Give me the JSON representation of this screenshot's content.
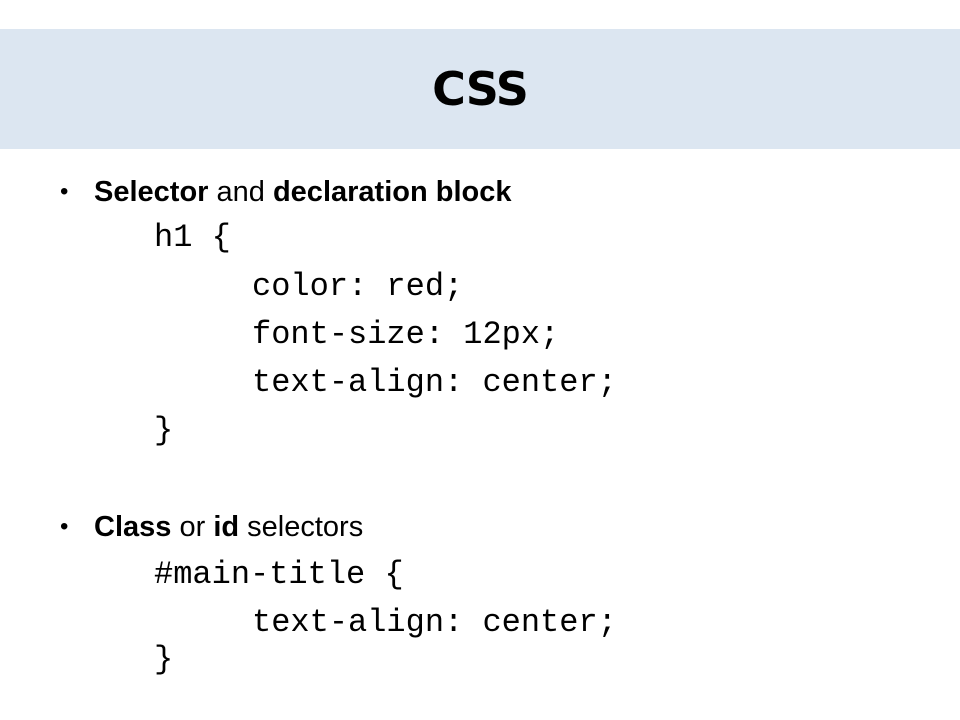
{
  "slide": {
    "title": "CSS",
    "bullets": [
      {
        "bullet": "•",
        "term1": "Selector",
        "connector": "and",
        "term2": "declaration block",
        "code": [
          "h1 {",
          "color: red;",
          "font-size: 12px;",
          "text-align: center;",
          "}"
        ]
      },
      {
        "bullet": "•",
        "term1": "Class",
        "connector": "or",
        "term2": "id",
        "suffix": "selectors",
        "code": [
          "#main-title {",
          "text-align: center;",
          "}"
        ]
      }
    ]
  }
}
